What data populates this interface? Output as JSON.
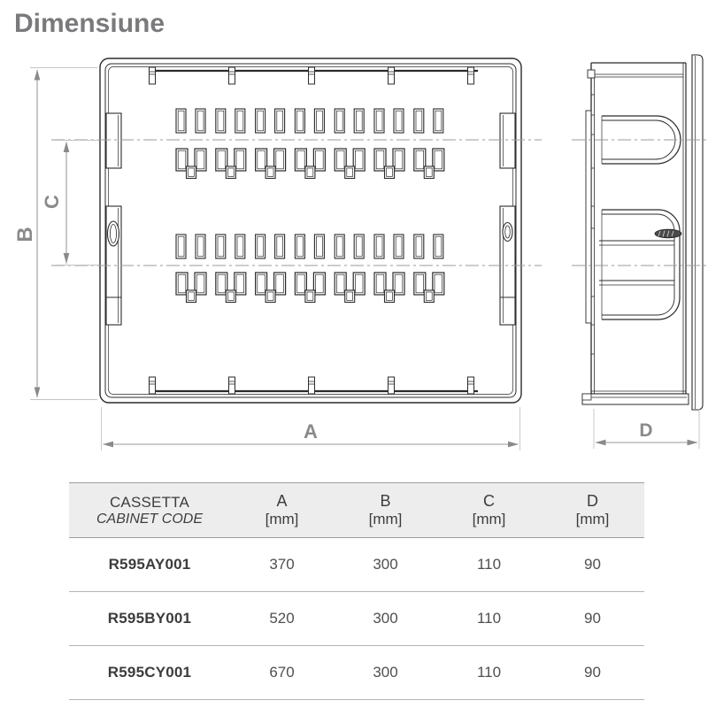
{
  "title": "Dimensiune",
  "drawing": {
    "dim_labels": {
      "a": "A",
      "b": "B",
      "c": "C",
      "d": "D"
    },
    "views": [
      "front-view",
      "side-view"
    ],
    "colors": {
      "line": "#2b2b2b",
      "dimension": "#8a8a8a",
      "extension": "#c4c4c4",
      "centerline": "#9b9b9b",
      "title": "#7a7a7d",
      "table_header_bg": "#ededee"
    }
  },
  "table": {
    "header": {
      "code_line1": "CASSETTA",
      "code_line2": "CABINET CODE",
      "col_a": "A",
      "col_b": "B",
      "col_c": "C",
      "col_d": "D",
      "unit": "[mm]"
    },
    "rows": [
      {
        "code": "R595AY001",
        "a": "370",
        "b": "300",
        "c": "110",
        "d": "90"
      },
      {
        "code": "R595BY001",
        "a": "520",
        "b": "300",
        "c": "110",
        "d": "90"
      },
      {
        "code": "R595CY001",
        "a": "670",
        "b": "300",
        "c": "110",
        "d": "90"
      }
    ]
  }
}
